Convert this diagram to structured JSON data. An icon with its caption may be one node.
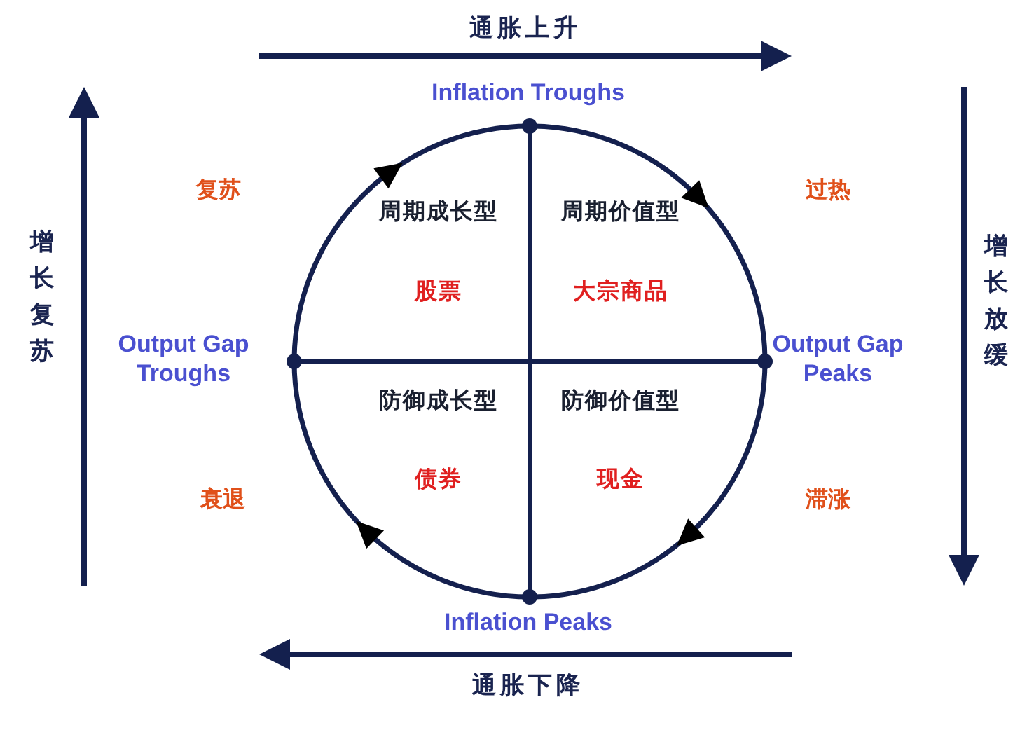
{
  "diagram": {
    "nodes": [
      {
        "text": [],
        "shape": "circle"
      },
      {
        "text": [
          "周期成长型",
          "股票"
        ],
        "in": 0
      },
      {
        "text": [
          "周期价值型",
          "大宗商品"
        ],
        "in": 0
      },
      {
        "text": [
          "防御成长型",
          "债券"
        ],
        "in": 0
      },
      {
        "text": [
          "防御价值型",
          "现金"
        ],
        "in": 0
      }
    ],
    "labels": [
      "通胀上升",
      "Inflation Troughs",
      "增长复苏",
      "复苏",
      "过热",
      "增长放缓",
      "Output Gap Troughs",
      "Output Gap Peaks",
      "衰退",
      "滞涨",
      "Inflation Peaks",
      "通胀下降"
    ]
  }
}
